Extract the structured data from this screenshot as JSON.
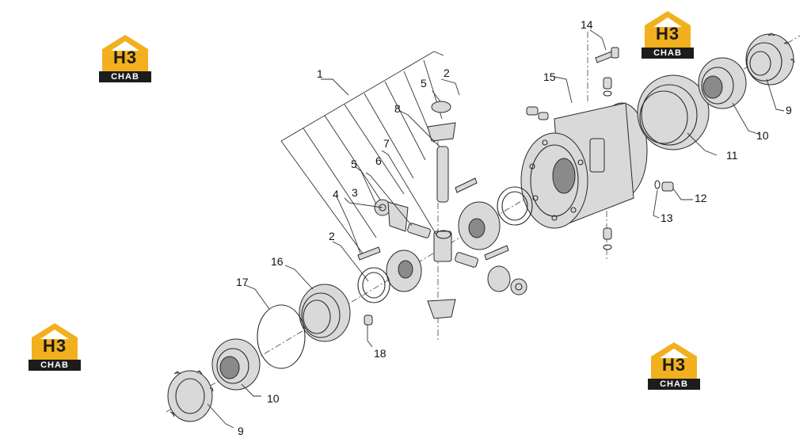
{
  "diagram": {
    "callouts": [
      "1",
      "2",
      "2",
      "3",
      "4",
      "5",
      "5",
      "6",
      "7",
      "8",
      "9",
      "9",
      "10",
      "10",
      "11",
      "12",
      "13",
      "14",
      "15",
      "16",
      "17",
      "18"
    ]
  },
  "logos": [
    {
      "letters": "H3",
      "name": "CHAB"
    },
    {
      "letters": "H3",
      "name": "CHAB"
    },
    {
      "letters": "H3",
      "name": "CHAB"
    },
    {
      "letters": "H3",
      "name": "CHAB"
    }
  ],
  "colors": {
    "logo_accent": "#f2b01e",
    "logo_dark": "#1c1c1c",
    "line": "#2a2a2a"
  }
}
